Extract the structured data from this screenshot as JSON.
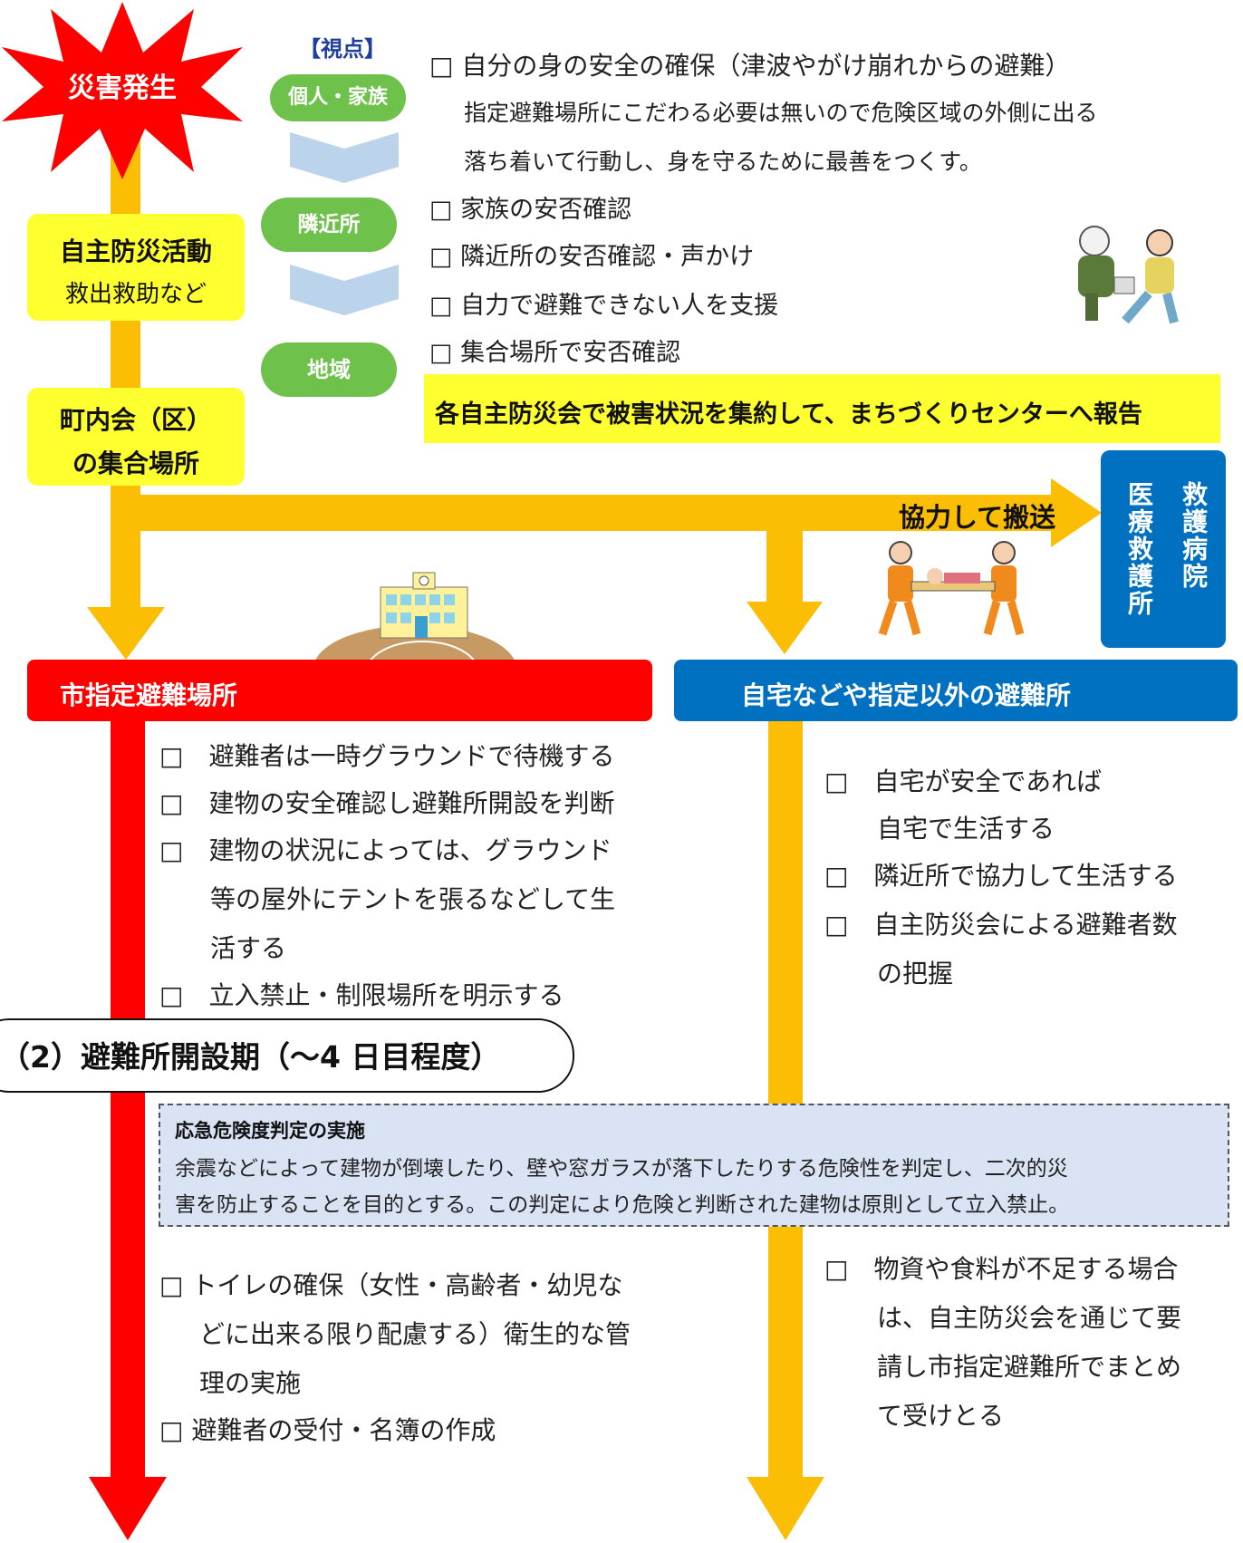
{
  "burst_label": "災害発生",
  "viewpoint": {
    "title": "【視点】",
    "levels": [
      "個人・家族",
      "隣近所",
      "地域"
    ]
  },
  "top_checklist": {
    "items": [
      "□ 自分の身の安全の確保（津波やがけ崩れからの避難）",
      "指定避難場所にこだわる必要は無いので危険区域の外側に出る",
      "落ち着いて行動し、身を守るために最善をつくす。",
      "□ 家族の安否確認",
      "□ 隣近所の安否確認・声かけ",
      "□ 自力で避難できない人を支援",
      "□ 集合場所で安否確認"
    ]
  },
  "report_banner": "各自主防災会で被害状況を集約して、まちづくりセンターへ報告",
  "self_defense": {
    "title": "自主防災活動",
    "sub": "救出救助など"
  },
  "assembly": {
    "line1": "町内会（区）",
    "line2": "の集合場所"
  },
  "transport_label": "協力して搬送",
  "hospital": {
    "col1": "救護病院",
    "col2": "医療救護所"
  },
  "city_shelter": {
    "title": "市指定避難場所",
    "items": [
      "□　避難者は一時グラウンドで待機する",
      "□　建物の安全確認し避難所開設を判断",
      "□　建物の状況によっては、グラウンド",
      "等の屋外にテントを張るなどして生",
      "活する",
      "□　立入禁止・制限場所を明示する"
    ]
  },
  "home_shelter": {
    "title": "自宅などや指定以外の避難所",
    "items": [
      "□　自宅が安全であれば",
      "自宅で生活する",
      "□　隣近所で協力して生活する",
      "□　自主防災会による避難者数",
      "の把握"
    ]
  },
  "phase_label": "（2）避難所開設期（〜4 日目程度）",
  "inspection": {
    "title": "応急危険度判定の実施",
    "line1": "余震などによって建物が倒壊したり、壁や窓ガラスが落下したりする危険性を判定し、二次的災",
    "line2": "害を防止することを目的とする。この判定により危険と判断された建物は原則として立入禁止。"
  },
  "phase2_left": {
    "items": [
      "□ トイレの確保（女性・高齢者・幼児な",
      "どに出来る限り配慮する）衛生的な管",
      "理の実施",
      "□ 避難者の受付・名簿の作成"
    ]
  },
  "phase2_right": {
    "items": [
      "□　物資や食料が不足する場合",
      "は、自主防災会を通じて要",
      "請し市指定避難所でまとめ",
      "て受けとる"
    ]
  },
  "colors": {
    "red": "#fe0000",
    "orange_yellow": "#fcbd05",
    "yellow_box": "#feff2f",
    "green": "#6ec14b",
    "blue": "#0070c0",
    "light_blue": "#dae3f3"
  }
}
